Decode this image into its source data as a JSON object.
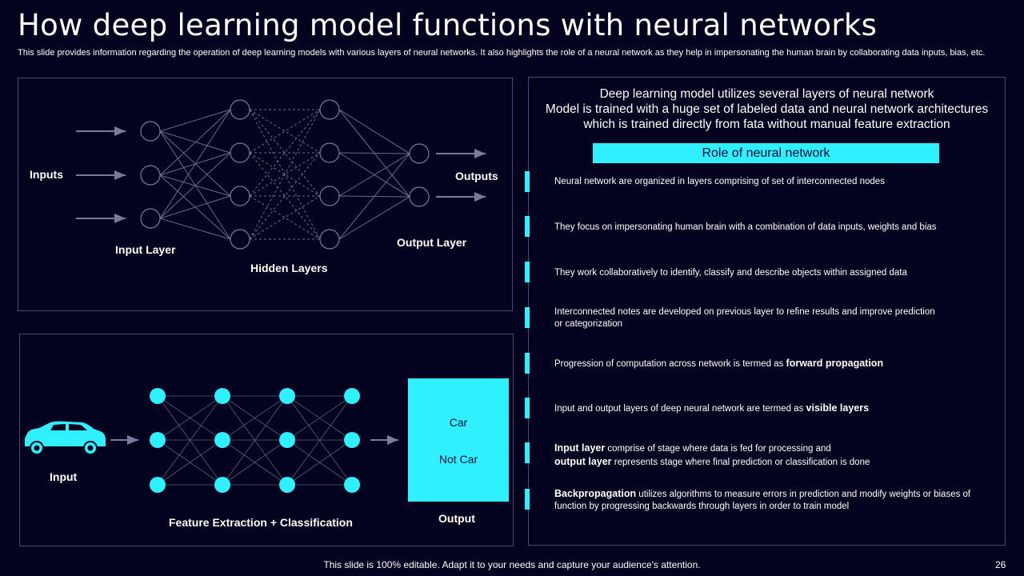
{
  "title": "How deep learning model functions with neural networks",
  "subtitle": "This slide provides information regarding the operation of deep learning models with various layers of neural networks. It also highlights the role of a neural network as they help in impersonating the human brain by collaborating data inputs, bias, etc.",
  "network_diagram": {
    "inputs_label": "Inputs",
    "outputs_label": "Outputs",
    "input_layer_label": "Input Layer",
    "hidden_layers_label": "Hidden Layers",
    "output_layer_label": "Output Layer"
  },
  "classification_diagram": {
    "input_label": "Input",
    "feature_label": "Feature Extraction + Classification",
    "output_label": "Output",
    "result_car": "Car",
    "result_not_car": "Not Car"
  },
  "right_panel": {
    "intro_line1": "Deep learning model utilizes several layers of neural network",
    "intro_line2": "Model is trained with a huge set of labeled data and neural network architectures",
    "intro_line3": "which is trained directly from fata without manual feature extraction",
    "role_heading": "Role of neural network",
    "points": [
      {
        "pre": "Neural network are organized in layers comprising of set of interconnected nodes"
      },
      {
        "pre": "They focus on impersonating human brain with a combination of data inputs, weights and bias"
      },
      {
        "pre": "They work collaboratively to identify, classify and describe objects within assigned data"
      },
      {
        "line1": "Interconnected notes are developed on previous layer to refine results and improve prediction",
        "line2": "or categorization"
      },
      {
        "pre": "Progression of computation across network is termed as ",
        "bold": "forward propagation"
      },
      {
        "pre": "Input and output layers of deep neural network are termed as ",
        "bold": "visible layers"
      },
      {
        "bold1": "Input layer",
        "text1": " comprise of stage where data is fed for processing and",
        "bold2": "output layer",
        "text2": " represents stage where final prediction or classification is done"
      },
      {
        "bold": "Backpropagation",
        "post": " utilizes algorithms to measure errors in prediction and modify weights or biases of function by progressing backwards through layers in order to train model"
      }
    ]
  },
  "footer": "This slide is 100% editable. Adapt it to your needs and capture your audience's attention.",
  "page_number": "26",
  "colors": {
    "background": "#03031f",
    "accent": "#2ef0ff",
    "panel_border": "#4a4a6e"
  },
  "icons": {
    "car": "car-icon"
  }
}
